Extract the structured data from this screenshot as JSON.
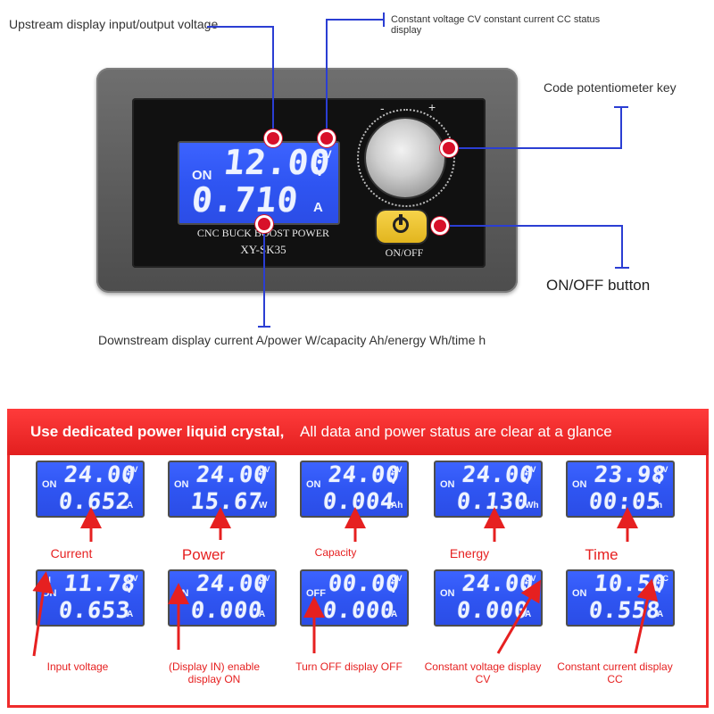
{
  "colors": {
    "accent_red": "#d8102a",
    "banner_red": "#e8262b",
    "lcd_blue": "#2f55f2",
    "line_blue": "#2b3ed3"
  },
  "callouts": {
    "upstream": "Upstream display input/output voltage",
    "cvcc": "Constant voltage CV constant current CC status display",
    "potentiometer": "Code potentiometer key",
    "onoff": "ON/OFF button",
    "downstream": "Downstream display current A/power W/capacity Ah/energy Wh/time h"
  },
  "device": {
    "status": "ON",
    "upper_value": "12.00",
    "upper_unit": "V",
    "cv_label": "CV",
    "lower_value": "0.710",
    "lower_unit": "A",
    "model_line1": "CNC BUCK BOOST POWER",
    "model_line2": "XY-SK35",
    "knob_minus": "-",
    "knob_plus": "+",
    "button_label": "ON/OFF"
  },
  "banner": {
    "left": "Use dedicated power liquid crystal,",
    "right": "All data and power status are clear at a glance"
  },
  "displays_row1": [
    {
      "status": "ON",
      "upper": "24.00",
      "upper_unit": "V",
      "mode": "CV",
      "lower": "0.652",
      "lower_unit": "A",
      "caption": "Current"
    },
    {
      "status": "ON",
      "upper": "24.00",
      "upper_unit": "V",
      "mode": "CV",
      "lower": "15.67",
      "lower_unit": "W",
      "caption": "Power"
    },
    {
      "status": "ON",
      "upper": "24.00",
      "upper_unit": "V",
      "mode": "CV",
      "lower": "0.004",
      "lower_unit": "Ah",
      "caption": "Capacity"
    },
    {
      "status": "ON",
      "upper": "24.00",
      "upper_unit": "V",
      "mode": "CV",
      "lower": "0.130",
      "lower_unit": "Wh",
      "caption": "Energy"
    },
    {
      "status": "ON",
      "upper": "23.98",
      "upper_unit": "V",
      "mode": "CV",
      "lower": "00:05",
      "lower_unit": "h",
      "caption": "Time"
    }
  ],
  "displays_row2": [
    {
      "status": "ON",
      "in_label": "IN",
      "upper": "11.78",
      "upper_unit": "V",
      "mode": "CV",
      "lower": "0.653",
      "lower_unit": "A",
      "caption": "Input voltage"
    },
    {
      "status": "ON",
      "upper": "24.00",
      "upper_unit": "V",
      "mode": "CV",
      "lower": "0.000",
      "lower_unit": "A",
      "caption": "(Display IN) enable display ON"
    },
    {
      "status": "OFF",
      "upper": "00.00",
      "upper_unit": "V",
      "mode": "CV",
      "lower": "0.000",
      "lower_unit": "A",
      "caption": "Turn OFF display OFF"
    },
    {
      "status": "ON",
      "upper": "24.00",
      "upper_unit": "V",
      "mode": "CV",
      "lower": "0.000",
      "lower_unit": "A",
      "caption": "Constant voltage display CV"
    },
    {
      "status": "ON",
      "upper": "10.50",
      "upper_unit": "V",
      "mode": "CC",
      "lower": "0.558",
      "lower_unit": "A",
      "caption": "Constant current display CC"
    }
  ]
}
